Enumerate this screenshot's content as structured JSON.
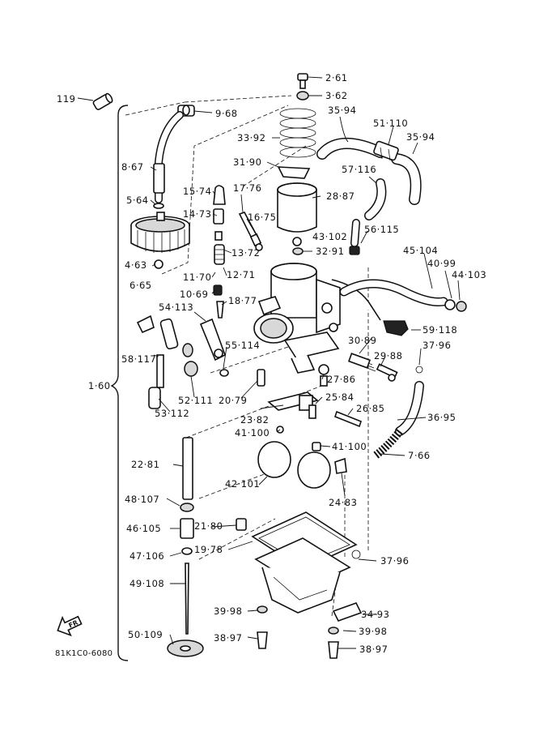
{
  "figure_code": "81K1C0-6080",
  "assembly_label": "1·60",
  "callouts": [
    {
      "id": "c-2-61",
      "text": "2·61"
    },
    {
      "id": "c-3-62",
      "text": "3·62"
    },
    {
      "id": "c-119",
      "text": "119"
    },
    {
      "id": "c-9-68",
      "text": "9·68"
    },
    {
      "id": "c-35-94a",
      "text": "35·94"
    },
    {
      "id": "c-51-110",
      "text": "51·110"
    },
    {
      "id": "c-35-94b",
      "text": "35·94"
    },
    {
      "id": "c-33-92",
      "text": "33·92"
    },
    {
      "id": "c-8-67",
      "text": "8·67"
    },
    {
      "id": "c-31-90",
      "text": "31·90"
    },
    {
      "id": "c-57-116",
      "text": "57·116"
    },
    {
      "id": "c-15-74",
      "text": "15·74"
    },
    {
      "id": "c-17-76",
      "text": "17·76"
    },
    {
      "id": "c-28-87",
      "text": "28·87"
    },
    {
      "id": "c-5-64",
      "text": "5·64"
    },
    {
      "id": "c-14-73",
      "text": "14·73"
    },
    {
      "id": "c-16-75",
      "text": "16·75"
    },
    {
      "id": "c-56-115",
      "text": "56·115"
    },
    {
      "id": "c-43-102",
      "text": "43·102"
    },
    {
      "id": "c-32-91",
      "text": "32·91"
    },
    {
      "id": "c-45-104",
      "text": "45·104"
    },
    {
      "id": "c-13-72",
      "text": "13·72"
    },
    {
      "id": "c-4-63",
      "text": "4·63"
    },
    {
      "id": "c-40-99",
      "text": "40·99"
    },
    {
      "id": "c-12-71",
      "text": "12·71"
    },
    {
      "id": "c-44-103",
      "text": "44·103"
    },
    {
      "id": "c-11-70",
      "text": "11·70"
    },
    {
      "id": "c-6-65",
      "text": "6·65"
    },
    {
      "id": "c-10-69",
      "text": "10·69"
    },
    {
      "id": "c-18-77",
      "text": "18·77"
    },
    {
      "id": "c-54-113",
      "text": "54·113"
    },
    {
      "id": "c-59-118",
      "text": "59·118"
    },
    {
      "id": "c-30-89",
      "text": "30·89"
    },
    {
      "id": "c-55-114",
      "text": "55·114"
    },
    {
      "id": "c-37-96a",
      "text": "37·96"
    },
    {
      "id": "c-58-117",
      "text": "58·117"
    },
    {
      "id": "c-29-88",
      "text": "29·88"
    },
    {
      "id": "c-27-86",
      "text": "27·86"
    },
    {
      "id": "c-25-84",
      "text": "25·84"
    },
    {
      "id": "c-52-111",
      "text": "52·111"
    },
    {
      "id": "c-20-79",
      "text": "20·79"
    },
    {
      "id": "c-53-112",
      "text": "53·112"
    },
    {
      "id": "c-26-85",
      "text": "26·85"
    },
    {
      "id": "c-23-82",
      "text": "23·82"
    },
    {
      "id": "c-36-95",
      "text": "36·95"
    },
    {
      "id": "c-41-100a",
      "text": "41·100"
    },
    {
      "id": "c-41-100b",
      "text": "41·100"
    },
    {
      "id": "c-7-66",
      "text": "7·66"
    },
    {
      "id": "c-22-81",
      "text": "22·81"
    },
    {
      "id": "c-42-101",
      "text": "42·101"
    },
    {
      "id": "c-48-107",
      "text": "48·107"
    },
    {
      "id": "c-24-83",
      "text": "24·83"
    },
    {
      "id": "c-21-80",
      "text": "21·80"
    },
    {
      "id": "c-46-105",
      "text": "46·105"
    },
    {
      "id": "c-19-78",
      "text": "19·78"
    },
    {
      "id": "c-47-106",
      "text": "47·106"
    },
    {
      "id": "c-37-96b",
      "text": "37·96"
    },
    {
      "id": "c-49-108",
      "text": "49·108"
    },
    {
      "id": "c-39-98a",
      "text": "39·98"
    },
    {
      "id": "c-34-93",
      "text": "34·93"
    },
    {
      "id": "c-38-97a",
      "text": "38·97"
    },
    {
      "id": "c-39-98b",
      "text": "39·98"
    },
    {
      "id": "c-50-109",
      "text": "50·109"
    },
    {
      "id": "c-38-97b",
      "text": "38·97"
    }
  ],
  "icons": {
    "front_arrow": "fr-arrow-icon"
  }
}
